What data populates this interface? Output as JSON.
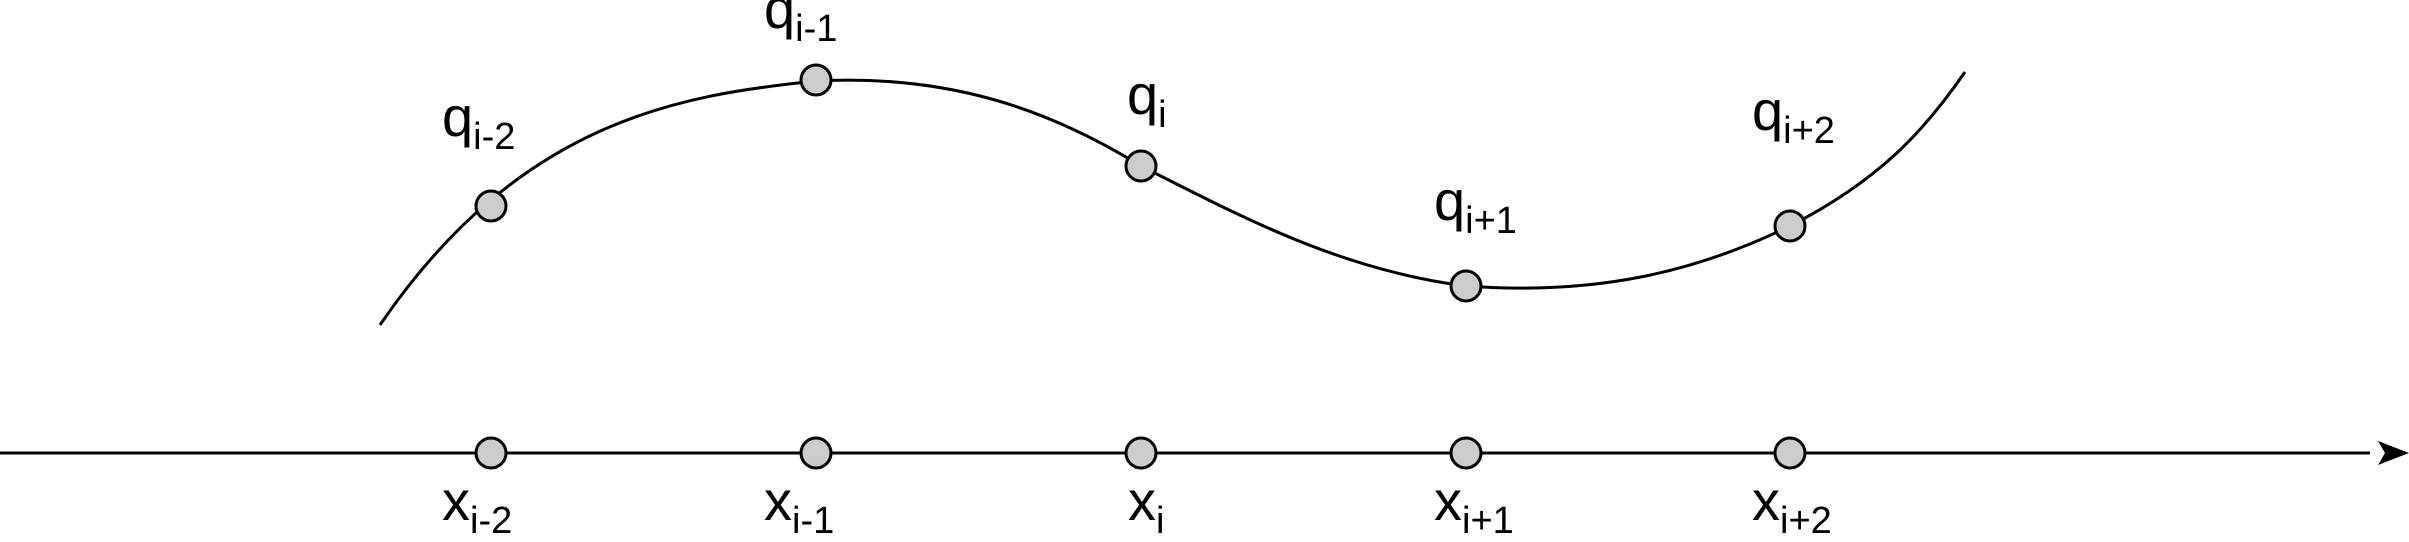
{
  "colors": {
    "stroke": "#000000",
    "node_fill": "#cccccc",
    "background": "#ffffff"
  },
  "curve": {
    "points": [
      {
        "name": "q",
        "sub": "i-2"
      },
      {
        "name": "q",
        "sub": "i-1"
      },
      {
        "name": "q",
        "sub": "i"
      },
      {
        "name": "q",
        "sub": "i+1"
      },
      {
        "name": "q",
        "sub": "i+2"
      }
    ]
  },
  "axis": {
    "arrow": "right",
    "points": [
      {
        "name": "x",
        "sub": "i-2"
      },
      {
        "name": "x",
        "sub": "i-1"
      },
      {
        "name": "x",
        "sub": "i"
      },
      {
        "name": "x",
        "sub": "i+1"
      },
      {
        "name": "x",
        "sub": "i+2"
      }
    ]
  }
}
